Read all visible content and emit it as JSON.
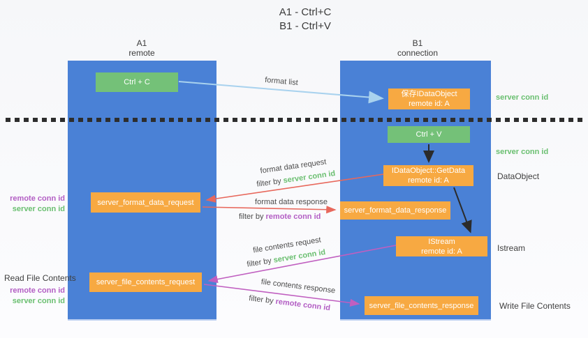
{
  "title": {
    "line1": "A1 - Ctrl+C",
    "line2": "B1 - Ctrl+V"
  },
  "columns": {
    "a1": {
      "name": "A1",
      "subtitle": "remote"
    },
    "b1": {
      "name": "B1",
      "subtitle": "connection"
    }
  },
  "boxes": {
    "ctrl_c": "Ctrl + C",
    "ctrl_v": "Ctrl + V",
    "save_idataobject": {
      "line1": "保存IDataObject",
      "line2": "remote id: A"
    },
    "idataobject_getdata": {
      "line1": "IDataObject::GetData",
      "line2": "remote id: A"
    },
    "istream": {
      "line1": "IStream",
      "line2": "remote id: A"
    },
    "server_format_data_request": "server_format_data_request",
    "server_format_data_response": "server_format_data_response",
    "server_file_contents_request": "server_file_contents_request",
    "server_file_contents_response": "server_file_contents_response"
  },
  "arrow_labels": {
    "format_list": "format list",
    "format_data_request": "format data request",
    "format_data_response": "format data response",
    "file_contents_request": "file contents request",
    "file_contents_response": "file contents response",
    "filter_by": "filter by ",
    "server_conn_id": "server conn id",
    "remote_conn_id": "remote conn id"
  },
  "side_labels": {
    "left_top": {
      "remote": "remote conn id",
      "server": "server conn id"
    },
    "read_file_contents": "Read File Contents",
    "left_bottom": {
      "remote": "remote conn id",
      "server": "server conn id"
    },
    "right_server_conn_id_top": "server conn id",
    "right_server_conn_id_mid": "server conn id",
    "dataobject": "DataObject",
    "istream": "Istream",
    "write_file_contents": "Write File Contents"
  },
  "colors": {
    "column_blue": "#4a81d6",
    "box_green": "#74c178",
    "box_orange": "#f7a942",
    "arrow_blue": "#a9d2ee",
    "arrow_red": "#e8685c",
    "arrow_magenta": "#c05fc0",
    "arrow_black": "#2b2b2b",
    "text_green": "#6abf70",
    "text_purple": "#b35ec4"
  }
}
